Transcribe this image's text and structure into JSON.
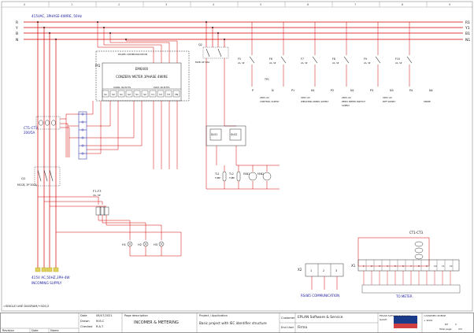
{
  "supply": {
    "label": "415VAC, 3PHASE-4WIRE, 50Hz"
  },
  "buses": {
    "left": [
      "R",
      "Y",
      "B",
      "N"
    ],
    "right": [
      "R1",
      "Y1",
      "B1",
      "N1"
    ]
  },
  "column_numbers": [
    "0",
    "1",
    "2",
    "3",
    "4",
    "5",
    "6",
    "7",
    "8",
    "9"
  ],
  "meter": {
    "tag": "PI1",
    "model": "EM6400",
    "desc": "CONZERV METER 3PHASE 4WIRE",
    "comm": "RS485 COMMUNICATION",
    "sub_left": "CURR. IN PUTS",
    "sub_right": "VOLT. IN PUTS",
    "terms": [
      "S1",
      "S2",
      "S1",
      "S2",
      "S1",
      "S2",
      "V1",
      "V2",
      "V3",
      "VN"
    ]
  },
  "ct": {
    "tag": "CT1-CT3",
    "ratio": "200/5A"
  },
  "mccb": {
    "tag": "Q1",
    "rating": "MCCB, 3P 200A"
  },
  "fuses": {
    "tag": "F1-F3",
    "rating": "2A, SP"
  },
  "incoming": {
    "line1": "415V AC,50HZ,3PH-4W",
    "line2": "INCOMING SUPPLY"
  },
  "indicators": [
    "H1",
    "H2",
    "H3"
  ],
  "outgoing": {
    "main": {
      "tag": "Q2",
      "rating": "MCB 4P 32A"
    },
    "mcbs": [
      {
        "tag": "F5",
        "rating": "2A, SP"
      },
      {
        "tag": "F6",
        "rating": "2A, SP"
      },
      {
        "tag": "F7",
        "rating": "2A, SP"
      },
      {
        "tag": "F8",
        "rating": "2A, SP"
      },
      {
        "tag": "F9",
        "rating": "2A, SP"
      },
      {
        "tag": "F10",
        "rating": "2A, SP"
      }
    ],
    "terms": [
      "P",
      "N",
      "P1",
      "N1",
      "P2",
      "N2",
      "P3",
      "N3",
      "P4",
      "N4"
    ],
    "loads": [
      {
        "l1": "240V AC",
        "l2": "CONTROL SUPPLY"
      },
      {
        "l1": "240V AC",
        "l2": "WEIGHING PANEL SUPPLY"
      },
      {
        "l1": "240V AC",
        "l2": "ZERO SPEED SWITCH",
        "l3": "SUPPLY"
      },
      {
        "l1": "240V AC",
        "l2": "DPF SUPPLY"
      },
      {
        "l1": "",
        "l2": "SPARE"
      }
    ],
    "tp_label": "TP1"
  },
  "dl": {
    "dl1": "DLS1",
    "dl2": "DLS2",
    "lamps": [
      {
        "tag": "TL1",
        "type": "TUBE"
      },
      {
        "tag": "TL2",
        "type": "TUBE"
      },
      {
        "tag": "FAN1",
        "type": ""
      },
      {
        "tag": "FAN2",
        "type": ""
      }
    ]
  },
  "rs485_block": {
    "tag": "X2",
    "label": "RS485 COMMUNICATION",
    "pins": [
      "1",
      "2",
      "3"
    ]
  },
  "meter_block": {
    "tag": "X1",
    "ct": "CT1-CT3",
    "label": "TO METER",
    "pins": [
      "1",
      "2",
      "3",
      "4",
      "5",
      "6",
      "7",
      "8",
      "9",
      "10",
      "11",
      "12"
    ]
  },
  "page_ref": "=SINGLE LINE DIAGRAM/+SD1/2",
  "title_block": {
    "revision": "Revision",
    "date": "Date",
    "name": "Name",
    "date_label": "Date",
    "date_value": "08/07/2021",
    "drawn_label": "Drawn",
    "drawn_value": "M.B.C",
    "checked_label": "Checked",
    "checked_value": "R.A.T",
    "page_desc_label": "Page description",
    "page_desc": "INCOMER & METERING",
    "project_label": "Project / Application",
    "project": "Basic project with IEC identifier structure",
    "customer_label": "Customer",
    "customer": "EPLAN Software & Service",
    "end_user_label": "End User",
    "end_user": "Firma",
    "company": "EPLAN Software & Service",
    "company_sub": "GmbH",
    "right_ids": [
      "=A4WDMC-SDMAP",
      "+ SD01"
    ],
    "page_label": "P.P",
    "page_no": "2",
    "total_label": "Total page",
    "total": "2/3"
  }
}
